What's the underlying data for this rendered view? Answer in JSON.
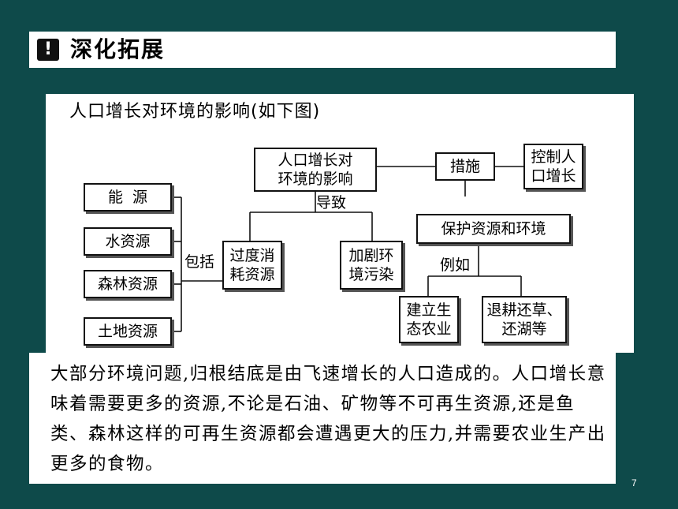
{
  "section": {
    "icon_glyph": "!",
    "title": "深化拓展"
  },
  "diagram": {
    "heading": "人口增长对环境的影响(如下图)",
    "nodes": {
      "center": "人口增长对\n环境的影响",
      "measures": "措施",
      "control_population": "控制人\n口增长",
      "protect": "保护资源和环境",
      "ecological_farming": "建立生\n态农业",
      "return_farmland": "退耕还草、\n还湖等",
      "overuse": "过度消\n耗资源",
      "pollution": "加剧环\n境污染",
      "energy": "能  源",
      "water": "水资源",
      "forest": "森林资源",
      "land": "土地资源"
    },
    "labels": {
      "leads_to": "导致",
      "includes": "包括",
      "for_example": "例如"
    }
  },
  "paragraph": "大部分环境问题,归根结底是由飞速增长的人口造成的。人口增长意味着需要更多的资源,不论是石油、矿物等不可再生资源,还是鱼类、森林这样的可再生资源都会遭遇更大的压力,并需要农业生产出更多的食物。",
  "page_number": "7"
}
